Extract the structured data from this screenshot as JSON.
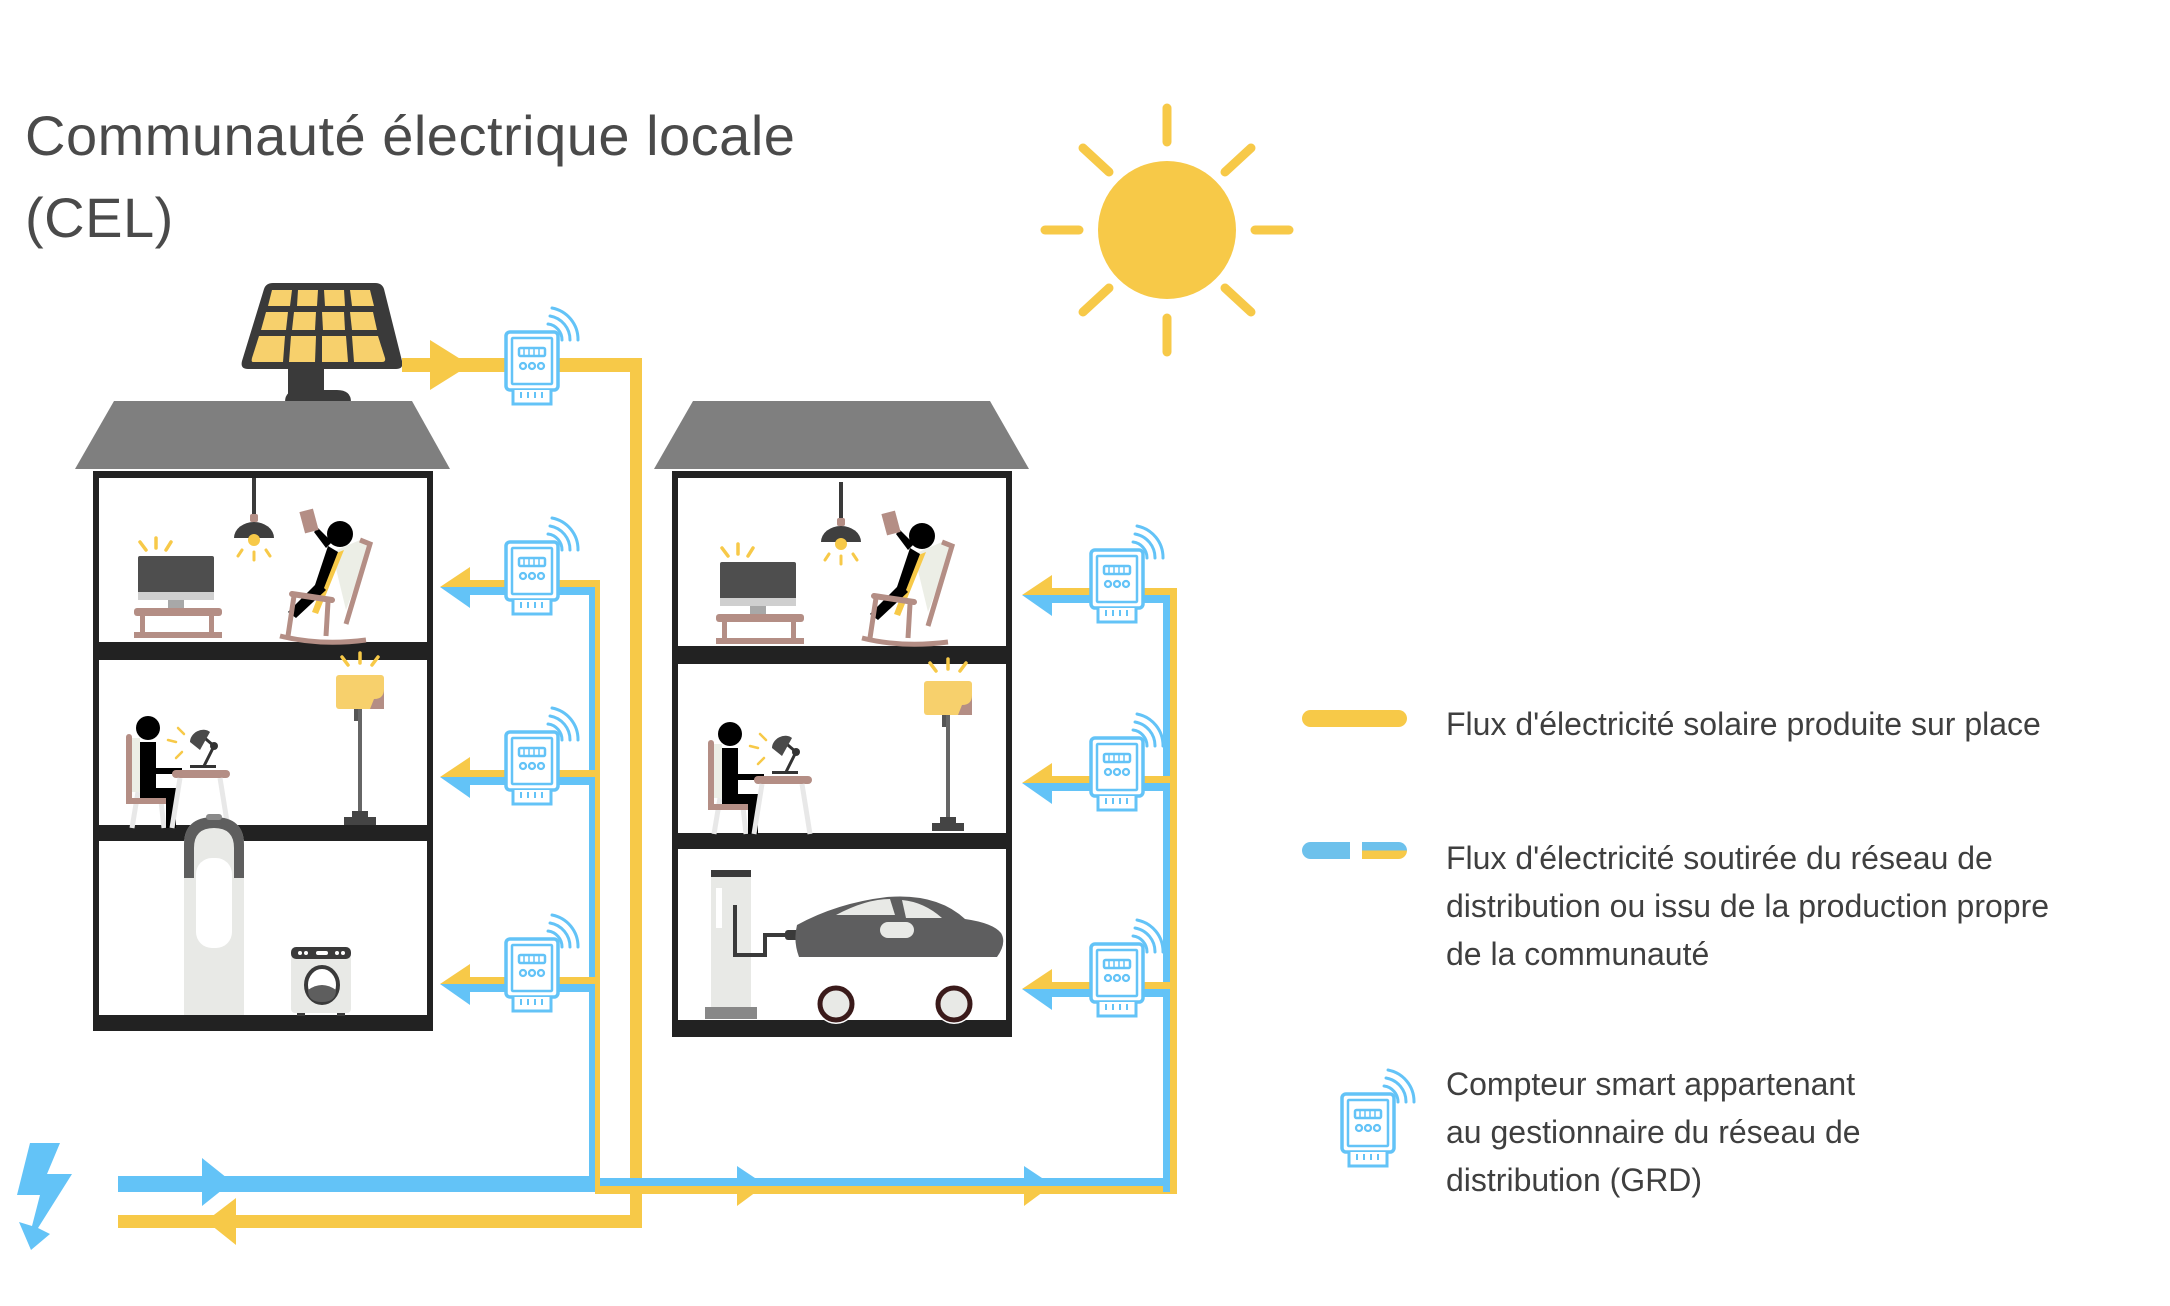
{
  "title": {
    "line1": "Communauté électrique locale",
    "line2": "(CEL)"
  },
  "colors": {
    "solar_flow": "#f7c948",
    "grid_flow": "#63c3f7",
    "roof": "#7f7f7f",
    "walls": "#222222",
    "title_text": "#4a4a4a"
  },
  "icons": {
    "sun": "sun-icon",
    "solar_panel": "solar-panel-icon",
    "smart_meter": "smart-meter-icon",
    "grid": "lightning-bolt-icon"
  },
  "buildings": [
    {
      "name": "building-left",
      "floors": [
        {
          "level": "top",
          "items": [
            "ceiling-lamp",
            "tv",
            "person-rocking-chair-reading"
          ]
        },
        {
          "level": "middle",
          "items": [
            "person-at-desk",
            "desk-lamp",
            "floor-lamp"
          ]
        },
        {
          "level": "ground",
          "items": [
            "water-heater",
            "washing-machine"
          ]
        }
      ],
      "has_solar_panel": true,
      "meter_count": 4
    },
    {
      "name": "building-right",
      "floors": [
        {
          "level": "top",
          "items": [
            "ceiling-lamp",
            "tv",
            "person-rocking-chair-reading"
          ]
        },
        {
          "level": "middle",
          "items": [
            "person-at-desk",
            "desk-lamp",
            "floor-lamp"
          ]
        },
        {
          "level": "ground",
          "items": [
            "ev-charger",
            "electric-car"
          ]
        }
      ],
      "has_solar_panel": false,
      "meter_count": 3
    }
  ],
  "legend": {
    "solar": {
      "lines": [
        "Flux d'électricité solaire produite sur place"
      ]
    },
    "grid": {
      "lines": [
        "Flux d'électricité soutirée du réseau de",
        "distribution ou issu de la production propre",
        "de la communauté"
      ]
    },
    "meter": {
      "lines": [
        "Compteur smart appartenant",
        "au gestionnaire du réseau de",
        "distribution (GRD)"
      ]
    }
  }
}
